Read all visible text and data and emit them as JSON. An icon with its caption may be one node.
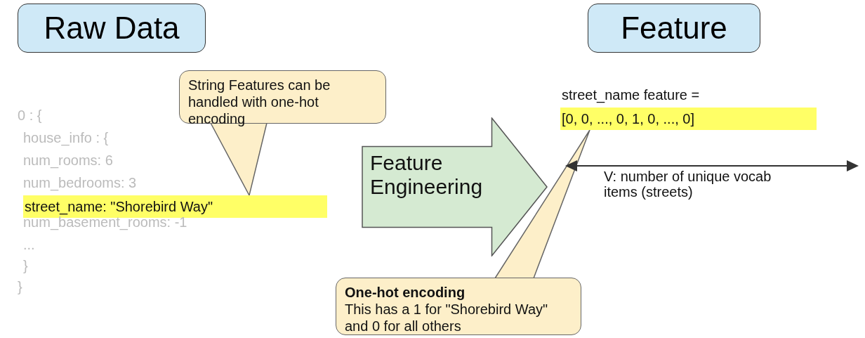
{
  "diagram": {
    "nodes": [
      {
        "text": [
          "Raw Data"
        ]
      },
      {
        "text": [
          "Feature"
        ]
      },
      {
        "text": [
          "String Features can be handled with one-hot encoding"
        ]
      },
      {
        "text": [
          "Feature Engineering"
        ]
      },
      {
        "text": [
          "street_name: \"Shorebird Way\""
        ]
      },
      {
        "text": [
          "[0, 0, ..., 0, 1, 0, ..., 0]"
        ]
      },
      {
        "text": [
          "One-hot encoding",
          "This has a 1 for \"Shorebird Way\" and 0 for all others"
        ]
      }
    ],
    "edges": [
      {
        "from": 2,
        "to": 4,
        "arrow": "to"
      },
      {
        "from": 6,
        "to": 5,
        "arrow": "to"
      }
    ],
    "labels": [
      "0 : {",
      "house_info : {",
      "num_rooms: 6",
      "num_bedrooms: 3",
      "num_basement_rooms: -1",
      "...",
      "}",
      "}",
      "street_name feature =",
      "V: number of unique vocab items (streets)"
    ]
  }
}
